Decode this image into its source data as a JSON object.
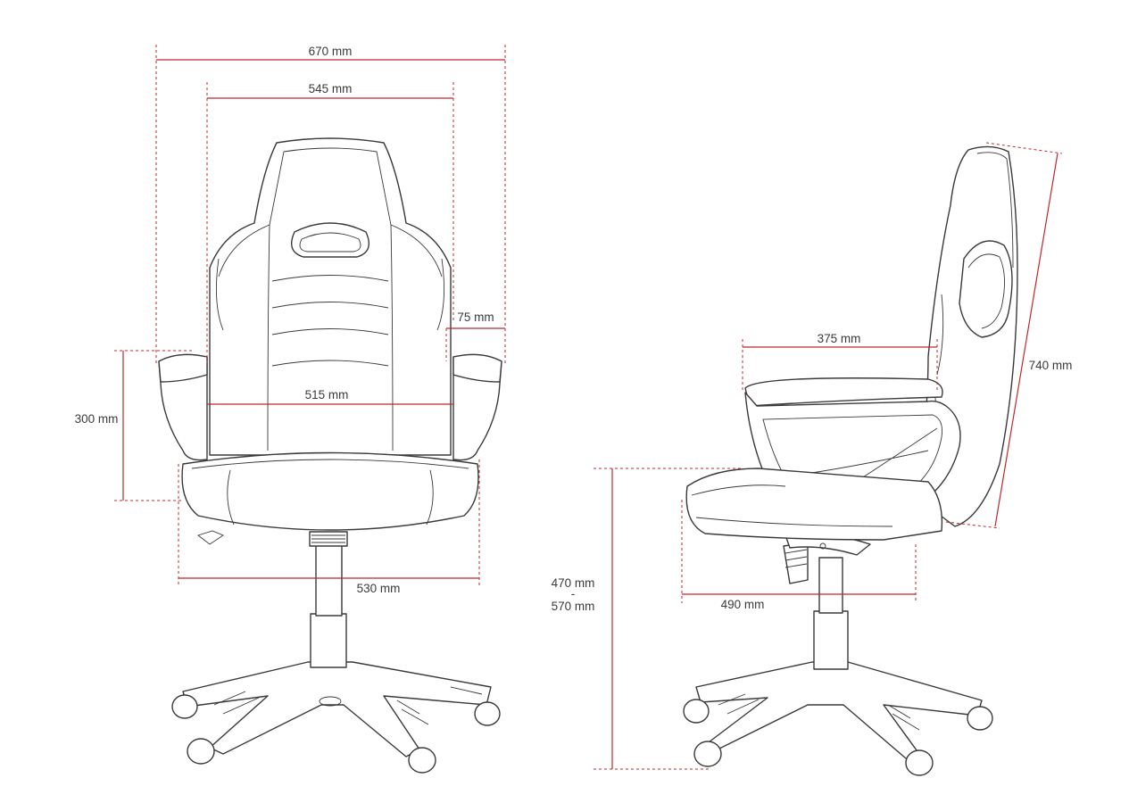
{
  "front_view": {
    "dimensions": {
      "overall_width": "670 mm",
      "backrest_width": "545 mm",
      "armrest_width": "75 mm",
      "inner_width": "515 mm",
      "armrest_height": "300 mm",
      "seat_width": "530 mm"
    }
  },
  "side_view": {
    "dimensions": {
      "seat_depth_top": "375 mm",
      "backrest_height": "740 mm",
      "seat_height_min": "470 mm",
      "seat_height_separator": "-",
      "seat_height_max": "570 mm",
      "seat_depth": "490 mm"
    }
  },
  "colors": {
    "dimension": "#c0282d",
    "line_art": "#3a3a3a"
  }
}
